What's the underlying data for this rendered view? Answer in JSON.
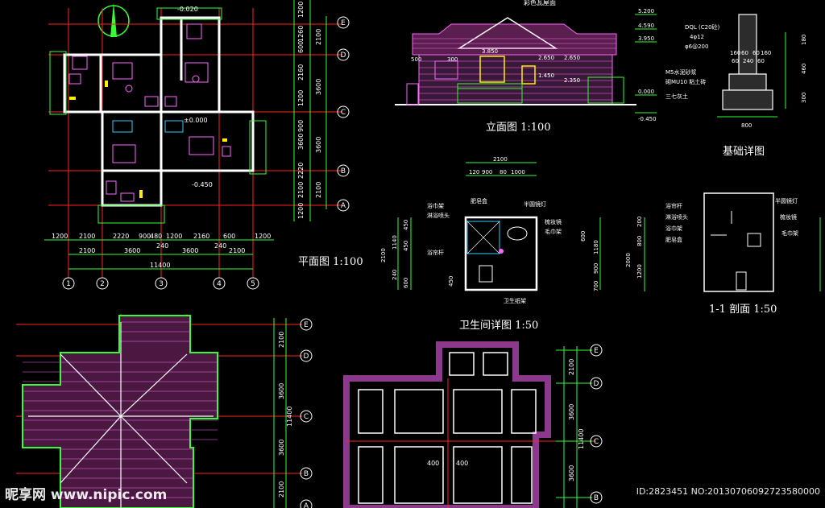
{
  "titles": {
    "plan": "平面图 1:100",
    "elevation": "立面图 1:100",
    "foundation": "基础详图",
    "bath": "卫生间详图   1:50",
    "section": "1-1 剖面  1:50"
  },
  "plan": {
    "top_level": "-0.020",
    "mid_level": "±0.000",
    "low_level": "-0.450",
    "top_dims": [
      "1200",
      "2100",
      "2220",
      "900",
      "480",
      "1200",
      "2160",
      "600",
      "1200"
    ],
    "second_dims": [
      "2100",
      "3600",
      "240",
      "3600",
      "240",
      "2100"
    ],
    "total": "11400",
    "grid_numbers": [
      "1",
      "2",
      "3",
      "4",
      "5"
    ],
    "grid_letters": [
      "E",
      "D",
      "C",
      "B",
      "A"
    ],
    "right_dims": [
      "1200",
      "1260",
      "600",
      "2160",
      "1200",
      "900",
      "3600",
      "2220",
      "2100",
      "1200"
    ],
    "right_dims2": [
      "2100",
      "3600",
      "3600",
      "2100"
    ]
  },
  "elevation": {
    "roof_label": "彩色瓦屋面",
    "levels": [
      "5.200",
      "4.590",
      "3.950",
      "0.000",
      "-0.450"
    ],
    "marks": [
      "3.850",
      "2.650",
      "2.650",
      "1.450",
      "2.350",
      "500",
      "300"
    ]
  },
  "foundation": {
    "labels": [
      "DQL (C20砼)",
      "4φ12",
      "φ6@200",
      "M5水泥砂浆",
      "砌MU10 粘土砖",
      "三七灰土"
    ],
    "dims": [
      "160",
      "60",
      "60",
      "160",
      "60",
      "240",
      "60",
      "800"
    ],
    "right_dims": [
      "180",
      "460",
      "300"
    ]
  },
  "bath": {
    "top_dims": [
      "2100",
      "120",
      "900",
      "80",
      "1000"
    ],
    "left_labels": [
      "浴巾架",
      "淋浴喷头",
      "浴帘杆"
    ],
    "right_labels": [
      "半圆镜灯",
      "梳妆镜",
      "毛巾架"
    ],
    "top_label": "肥皂盒",
    "bottom_label": "卫生纸架",
    "left_dims": [
      "1140",
      "450",
      "450",
      "2100",
      "240",
      "600",
      "450"
    ],
    "right_dims": [
      "600",
      "1180",
      "900",
      "700"
    ]
  },
  "section": {
    "left_labels": [
      "浴帘杆",
      "淋浴喷头",
      "浴巾架",
      "肥皂盒"
    ],
    "right_labels": [
      "半圆镜灯",
      "梳妆镜",
      "毛巾架"
    ],
    "dims": [
      "200",
      "2000",
      "800",
      "1200"
    ]
  },
  "roof": {
    "right_dims": [
      "2100",
      "3600",
      "3600",
      "2100"
    ],
    "total": "11400",
    "grid_letters": [
      "E",
      "D",
      "C",
      "B",
      "A"
    ]
  },
  "foundation_plan": {
    "dims": [
      "400",
      "400",
      "2100",
      "3600",
      "3600"
    ],
    "total": "11400",
    "grid_letters": [
      "E",
      "D",
      "C",
      "B"
    ]
  },
  "watermark": {
    "logo": "昵享网 www.nipic.com",
    "id": "ID:2823451 NO:20130706092723580000"
  }
}
